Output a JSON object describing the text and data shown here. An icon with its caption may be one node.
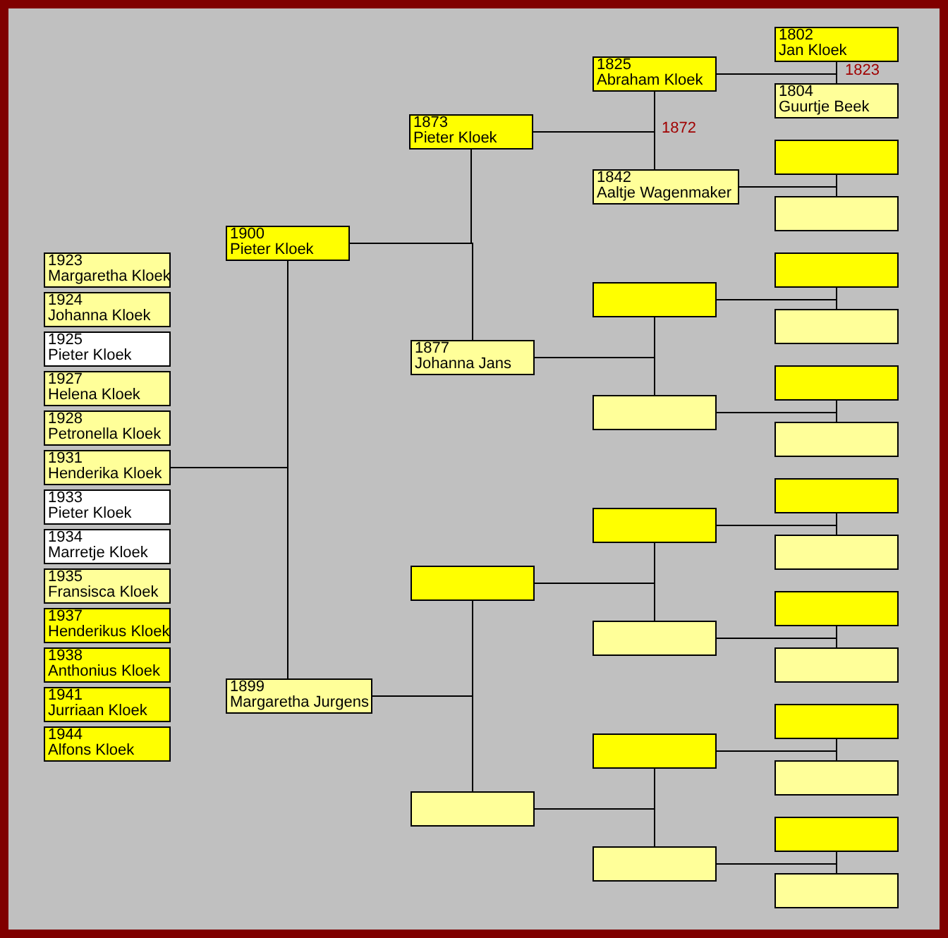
{
  "diagram": {
    "nodes": [
      {
        "text": [
          "1923",
          "Margaretha Kloek"
        ]
      },
      {
        "text": [
          "1924",
          "Johanna Kloek"
        ]
      },
      {
        "text": [
          "1925",
          "Pieter Kloek"
        ]
      },
      {
        "text": [
          "1927",
          "Helena Kloek"
        ]
      },
      {
        "text": [
          "1928",
          "Petronella Kloek"
        ]
      },
      {
        "text": [
          "1931",
          "Henderika Kloek"
        ]
      },
      {
        "text": [
          "1933",
          "Pieter Kloek"
        ]
      },
      {
        "text": [
          "1934",
          "Marretje Kloek"
        ]
      },
      {
        "text": [
          "1935",
          "Fransisca Kloek"
        ]
      },
      {
        "text": [
          "1937",
          "Henderikus Kloek"
        ]
      },
      {
        "text": [
          "1938",
          "Anthonius Kloek"
        ]
      },
      {
        "text": [
          "1941",
          "Jurriaan Kloek"
        ]
      },
      {
        "text": [
          "1944",
          "Alfons Kloek"
        ]
      },
      {
        "text": [
          "1900",
          "Pieter Kloek"
        ]
      },
      {
        "text": [
          "1899",
          "Margaretha Jurgens"
        ]
      },
      {
        "text": [
          "1873",
          "Pieter Kloek"
        ]
      },
      {
        "text": [
          "1877",
          "Johanna Jans"
        ]
      },
      {
        "text": [],
        "shape": "box"
      },
      {
        "text": [],
        "shape": "box"
      },
      {
        "text": [
          "1825",
          "Abraham Kloek"
        ]
      },
      {
        "text": [
          "1842",
          "Aaltje Wagenmaker"
        ]
      },
      {
        "text": [],
        "shape": "box"
      },
      {
        "text": [],
        "shape": "box"
      },
      {
        "text": [],
        "shape": "box"
      },
      {
        "text": [],
        "shape": "box"
      },
      {
        "text": [],
        "shape": "box"
      },
      {
        "text": [],
        "shape": "box"
      },
      {
        "text": [
          "1802",
          "Jan Kloek"
        ]
      },
      {
        "text": [
          "1804",
          "Guurtje Beek"
        ]
      },
      {
        "text": [],
        "shape": "box"
      },
      {
        "text": [],
        "shape": "box"
      },
      {
        "text": [],
        "shape": "box"
      },
      {
        "text": [],
        "shape": "box"
      },
      {
        "text": [],
        "shape": "box"
      },
      {
        "text": [],
        "shape": "box"
      },
      {
        "text": [],
        "shape": "box"
      },
      {
        "text": [],
        "shape": "box"
      },
      {
        "text": [],
        "shape": "box"
      },
      {
        "text": [],
        "shape": "box"
      },
      {
        "text": [],
        "shape": "box"
      },
      {
        "text": [],
        "shape": "box"
      },
      {
        "text": [],
        "shape": "box"
      },
      {
        "text": [],
        "shape": "box"
      }
    ],
    "edges": [
      {
        "from": 5,
        "to": 13,
        "arrow": "none"
      },
      {
        "from": 5,
        "to": 14,
        "arrow": "none"
      },
      {
        "from": 13,
        "to": 15,
        "arrow": "none"
      },
      {
        "from": 13,
        "to": 16,
        "arrow": "none"
      },
      {
        "from": 14,
        "to": 17,
        "arrow": "none"
      },
      {
        "from": 14,
        "to": 18,
        "arrow": "none"
      },
      {
        "from": 15,
        "to": 19,
        "arrow": "none"
      },
      {
        "from": 15,
        "to": 20,
        "arrow": "none"
      },
      {
        "from": 16,
        "to": 21,
        "arrow": "none"
      },
      {
        "from": 16,
        "to": 22,
        "arrow": "none"
      },
      {
        "from": 17,
        "to": 23,
        "arrow": "none"
      },
      {
        "from": 17,
        "to": 24,
        "arrow": "none"
      },
      {
        "from": 18,
        "to": 25,
        "arrow": "none"
      },
      {
        "from": 18,
        "to": 26,
        "arrow": "none"
      },
      {
        "from": 19,
        "to": 27,
        "arrow": "none"
      },
      {
        "from": 19,
        "to": 28,
        "arrow": "none"
      },
      {
        "from": 20,
        "to": 29,
        "arrow": "none"
      },
      {
        "from": 20,
        "to": 30,
        "arrow": "none"
      },
      {
        "from": 21,
        "to": 31,
        "arrow": "none"
      },
      {
        "from": 21,
        "to": 32,
        "arrow": "none"
      },
      {
        "from": 22,
        "to": 33,
        "arrow": "none"
      },
      {
        "from": 22,
        "to": 34,
        "arrow": "none"
      },
      {
        "from": 23,
        "to": 35,
        "arrow": "none"
      },
      {
        "from": 23,
        "to": 36,
        "arrow": "none"
      },
      {
        "from": 24,
        "to": 37,
        "arrow": "none"
      },
      {
        "from": 24,
        "to": 38,
        "arrow": "none"
      },
      {
        "from": 25,
        "to": 39,
        "arrow": "none"
      },
      {
        "from": 25,
        "to": 40,
        "arrow": "none"
      },
      {
        "from": 26,
        "to": 41,
        "arrow": "none"
      },
      {
        "from": 26,
        "to": 42,
        "arrow": "none"
      }
    ],
    "labels": [
      "1823",
      "1872"
    ]
  }
}
